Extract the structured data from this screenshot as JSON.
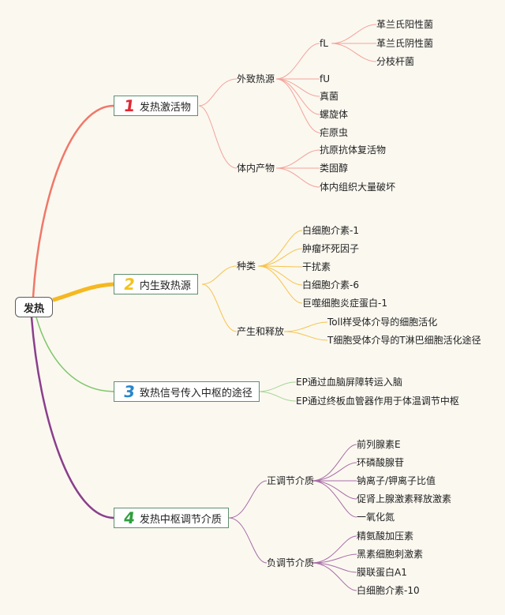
{
  "root": {
    "label": "发热"
  },
  "branches": [
    {
      "number": "1",
      "number_color": "#e02a34",
      "line_color": "#f07868",
      "label": "发热激活物",
      "groups": [
        {
          "label": "外致热源",
          "items": [
            "fL",
            "fU",
            "真菌",
            "螺旋体",
            "疟原虫"
          ],
          "sub": {
            "parent": "fL",
            "items": [
              "革兰氏阳性菌",
              "革兰氏阴性菌",
              "分枝杆菌"
            ]
          }
        },
        {
          "label": "体内产物",
          "items": [
            "抗原抗体复活物",
            "类固醇",
            "体内组织大量破坏"
          ]
        }
      ]
    },
    {
      "number": "2",
      "number_color": "#f2c31a",
      "line_color": "#f5b820",
      "label": "内生致热源",
      "groups": [
        {
          "label": "种类",
          "items": [
            "白细胞介素-1",
            "肿瘤坏死因子",
            "干扰素",
            "白细胞介素-6",
            "巨噬细胞炎症蛋白-1"
          ]
        },
        {
          "label": "产生和释放",
          "items": [
            "Toll样受体介导的细胞活化",
            "T细胞受体介导的T淋巴细胞活化途径"
          ]
        }
      ]
    },
    {
      "number": "3",
      "number_color": "#2a86c8",
      "line_color": "#7ec86a",
      "label": "致热信号传入中枢的途径",
      "items": [
        "EP通过血脑屏障转运入脑",
        "EP通过终板血管器作用于体温调节中枢"
      ]
    },
    {
      "number": "4",
      "number_color": "#2e9e3e",
      "line_color": "#8a3f8c",
      "label": "发热中枢调节介质",
      "groups": [
        {
          "label": "正调节介质",
          "items": [
            "前列腺素E",
            "环磷酸腺苷",
            "钠离子/钾离子比值",
            "促肾上腺激素释放激素",
            "一氧化氮"
          ]
        },
        {
          "label": "负调节介质",
          "items": [
            "精氨酸加压素",
            "黑素细胞刺激素",
            "膜联蛋白A1",
            "白细胞介素-10"
          ]
        }
      ]
    }
  ]
}
